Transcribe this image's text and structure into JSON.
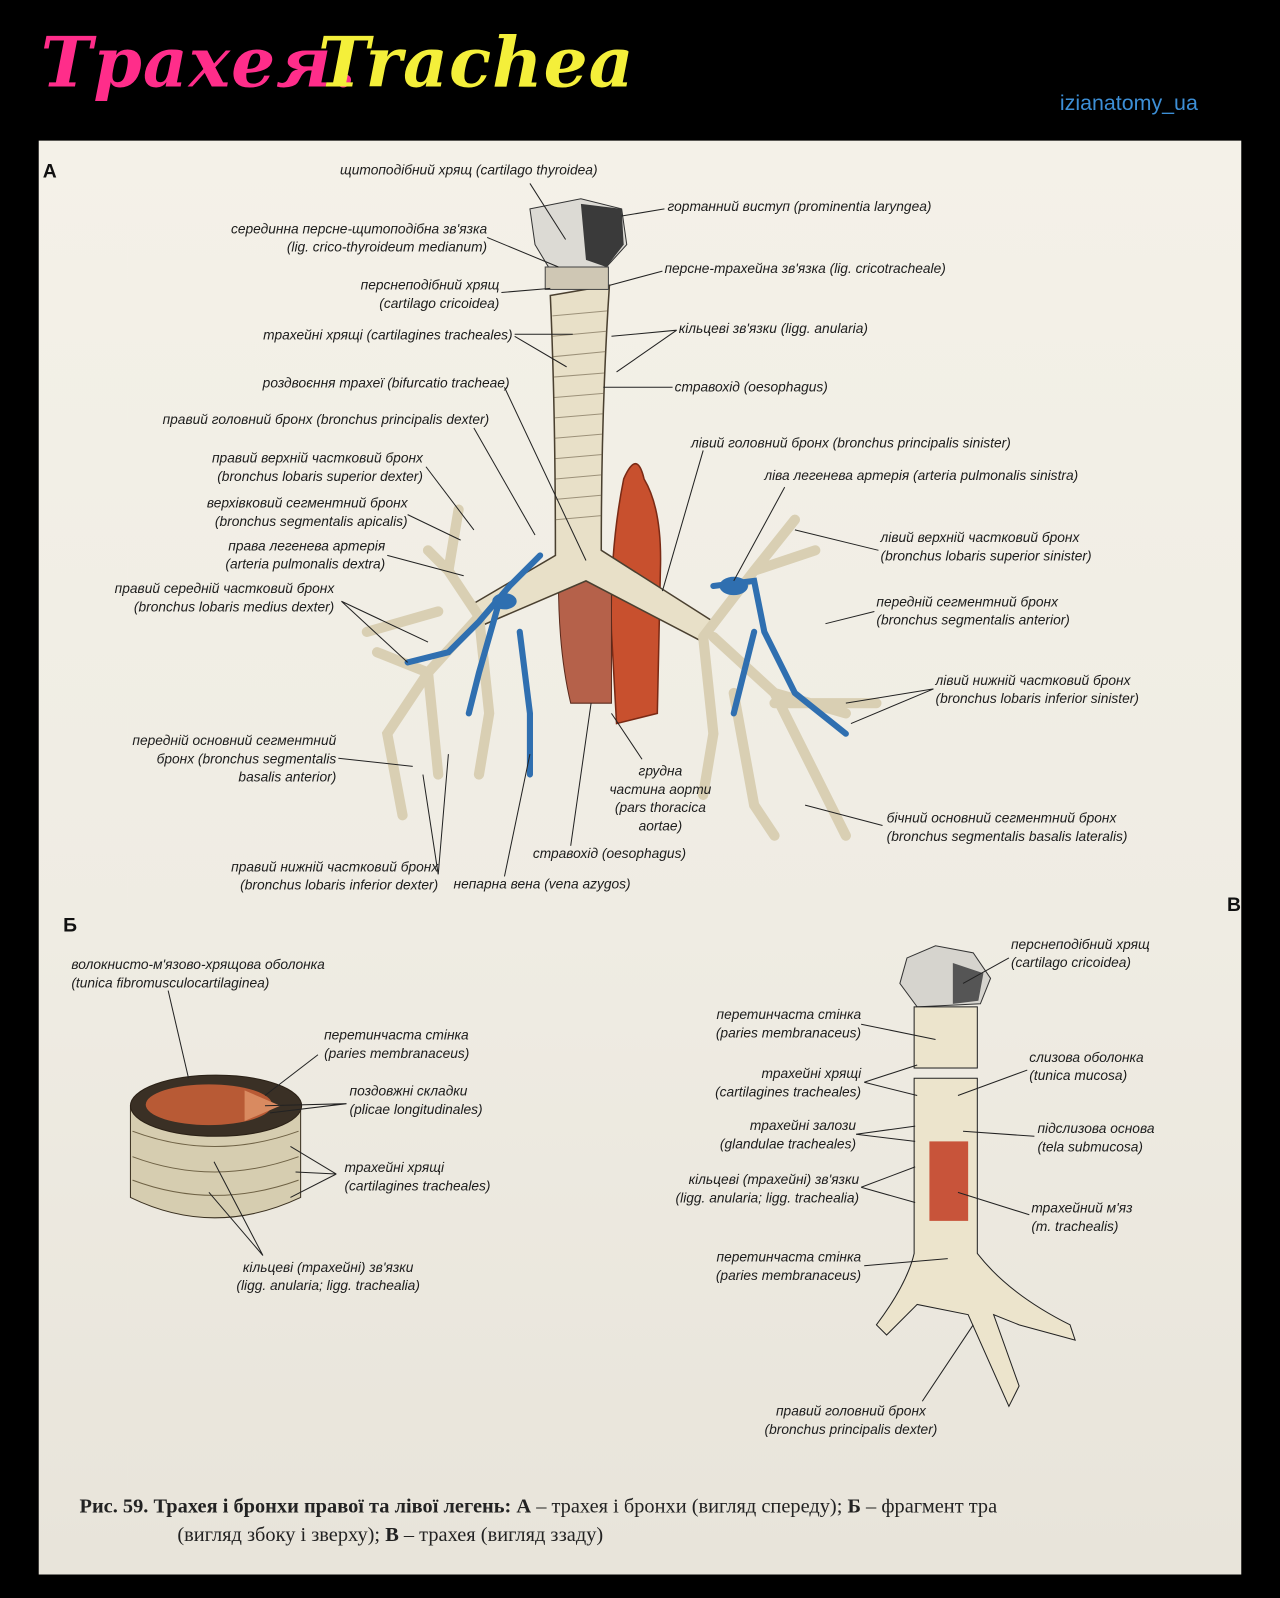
{
  "header": {
    "title_ua": "Трахея.",
    "title_en": "Trachea",
    "watermark": "izianatomy_ua",
    "colors": {
      "title_ua": "#ff2d8a",
      "title_en": "#f4ef3a",
      "watermark": "#3d8fd6"
    }
  },
  "sections": {
    "a": "А",
    "b": "Б",
    "v": "В"
  },
  "labels": {
    "thyroid": [
      "щитоподібний хрящ (cartilago thyroidea)"
    ],
    "prominentia": [
      "гортанний виступ (prominentia laryngea)"
    ],
    "cricothyroid": [
      "серединна персне-щитоподібна зв'язка",
      "(lig. crico-thyroideum medianum)"
    ],
    "cricoid_a": [
      "перснеподібний хрящ",
      "(cartilago cricoidea)"
    ],
    "cricotracheal": [
      "персне-трахейна зв'язка (lig. cricotracheale)"
    ],
    "cartilages_a": [
      "трахейні хрящі (cartilagines tracheales)"
    ],
    "anular_a": [
      "кільцеві зв'язки (ligg. anularia)"
    ],
    "bifurcation": [
      "роздвоєння трахеї (bifurcatio tracheae)"
    ],
    "oesophagus_top": [
      "стравохід (oesophagus)"
    ],
    "principal_dexter": [
      "правий головний бронх (bronchus principalis dexter)"
    ],
    "principal_sinister": [
      "лівий головний бронх (bronchus principalis sinister)"
    ],
    "lobar_sup_dexter": [
      "правий верхній частковий бронх",
      "(bronchus lobaris superior dexter)"
    ],
    "pulm_sinistra": [
      "ліва легенева артерія (arteria pulmonalis sinistra)"
    ],
    "apicalis": [
      "верхівковий сегментний бронх",
      "(bronchus segmentalis apicalis)"
    ],
    "lobar_sup_sinister": [
      "лівий верхній частковий бронх",
      "(bronchus lobaris superior sinister)"
    ],
    "pulm_dextra": [
      "права легенева артерія",
      "(arteria pulmonalis dextra)"
    ],
    "lobar_medius": [
      "правий середній частковий бронх",
      "(bronchus lobaris medius dexter)"
    ],
    "seg_anterior": [
      "передній сегментний бронх",
      "(bronchus segmentalis anterior)"
    ],
    "lobar_inf_sinister": [
      "лівий нижній частковий бронх",
      "(bronchus lobaris inferior sinister)"
    ],
    "basalis_anterior": [
      "передній основний сегментний",
      "бронх (bronchus segmentalis",
      "basalis anterior)"
    ],
    "aorta": [
      "грудна",
      "частина аорти",
      "(pars thoracica",
      "aortae)"
    ],
    "basalis_lateralis": [
      "бічний основний сегментний бронх",
      "(bronchus segmentalis basalis lateralis)"
    ],
    "oesophagus_bottom": [
      "стравохід (oesophagus)"
    ],
    "lobar_inf_dexter": [
      "правий нижній частковий бронх",
      "(bronchus lobaris inferior dexter)"
    ],
    "azygos": [
      "непарна вена (vena azygos)"
    ],
    "b_tunica": [
      "волокнисто-м'язово-хрящова оболонка",
      "(tunica fibromusculocartilaginea)"
    ],
    "b_paries": [
      "перетинчаста стінка",
      "(paries membranaceus)"
    ],
    "b_plicae": [
      "поздовжні складки",
      "(plicae longitudinales)"
    ],
    "b_cartilages": [
      "трахейні хрящі",
      "(cartilagines tracheales)"
    ],
    "b_anular": [
      "кільцеві (трахейні) зв'язки",
      "(ligg. anularia; ligg. trachealia)"
    ],
    "v_cricoid": [
      "перснеподібний хрящ",
      "(cartilago cricoidea)"
    ],
    "v_paries_top": [
      "перетинчаста стінка",
      "(paries membranaceus)"
    ],
    "v_mucosa": [
      "слизова оболонка",
      "(tunica mucosa)"
    ],
    "v_cartilages": [
      "трахейні хрящі",
      "(cartilagines tracheales)"
    ],
    "v_glands": [
      "трахейні залози",
      "(glandulae tracheales)"
    ],
    "v_submucosa": [
      "підслизова основа",
      "(tela submucosa)"
    ],
    "v_anular": [
      "кільцеві (трахейні) зв'язки",
      "(ligg. anularia; ligg. trachealia)"
    ],
    "v_muscle": [
      "трахейний м'яз",
      "(m. trachealis)"
    ],
    "v_paries_bottom": [
      "перетинчаста стінка",
      "(paries membranaceus)"
    ],
    "v_principal_dexter": [
      "правий головний бронх",
      "(bronchus principalis dexter)"
    ]
  },
  "caption": {
    "fig": "Рис. 59. Трахея і бронхи правої та лівої легень:",
    "a_letter": "А",
    "a_text": "– трахея і бронхи (вигляд спереду);",
    "b_letter": "Б",
    "b_text": "– фрагмент тра",
    "b_text2": "(вигляд збоку і зверху);",
    "v_letter": "В",
    "v_text": "– трахея (вигляд ззаду)"
  }
}
